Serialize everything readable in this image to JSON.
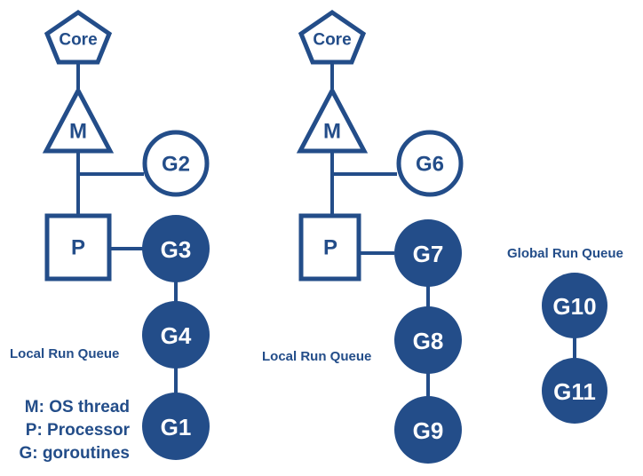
{
  "colors": {
    "primary": "#234d89",
    "background": "#ffffff"
  },
  "left_group": {
    "core_label": "Core",
    "m_label": "M",
    "p_label": "P",
    "idle_goroutine": "G2",
    "queue": [
      "G3",
      "G4",
      "G1"
    ],
    "queue_caption": "Local Run Queue"
  },
  "right_group": {
    "core_label": "Core",
    "m_label": "M",
    "p_label": "P",
    "idle_goroutine": "G6",
    "queue": [
      "G7",
      "G8",
      "G9"
    ],
    "queue_caption": "Local Run Queue"
  },
  "global_queue": {
    "caption": "Global Run Queue",
    "items": [
      "G10",
      "G11"
    ]
  },
  "legend": {
    "m": "M: OS thread",
    "p": "P: Processor",
    "g": "G: goroutines"
  }
}
